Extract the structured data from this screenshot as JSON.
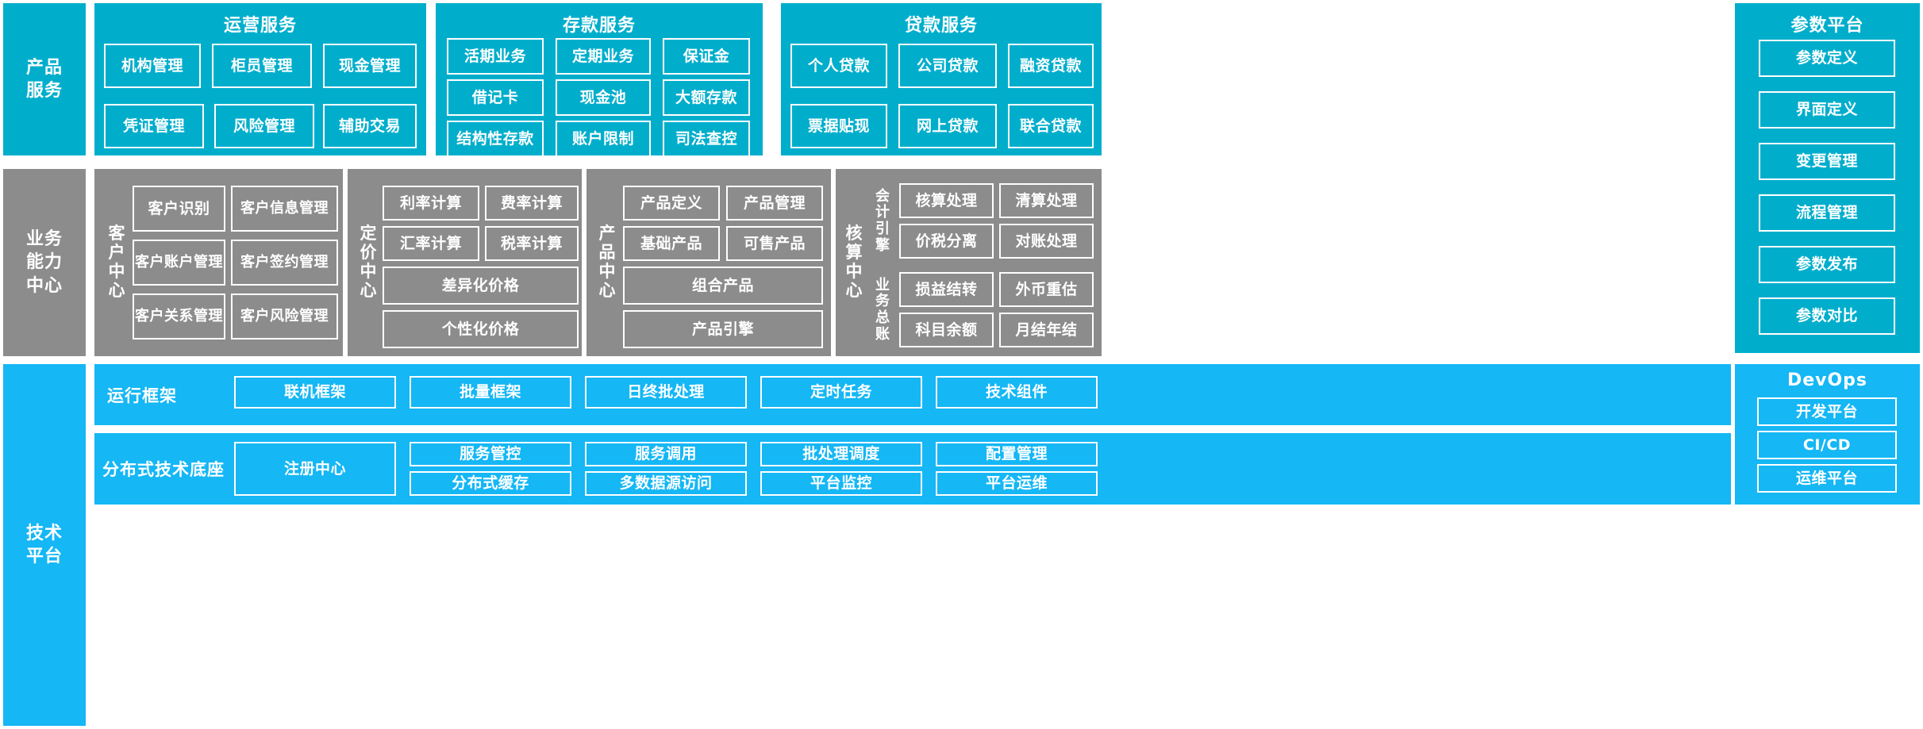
{
  "layers": {
    "product_service": "产品\n服务",
    "business_capability": "业务\n能力\n中心",
    "tech_platform": "技术\n平台"
  },
  "product_service": {
    "groups": [
      {
        "title": "运营服务",
        "items": [
          "机构管理",
          "柜员管理",
          "现金管理",
          "凭证管理",
          "风险管理",
          "辅助交易"
        ]
      },
      {
        "title": "存款服务",
        "items": [
          "活期业务",
          "定期业务",
          "保证金",
          "借记卡",
          "现金池",
          "大额存款",
          "结构性存款",
          "账户限制",
          "司法查控"
        ]
      },
      {
        "title": "贷款服务",
        "items": [
          "个人贷款",
          "公司贷款",
          "融资贷款",
          "票据贴现",
          "网上贷款",
          "联合贷款"
        ]
      }
    ]
  },
  "business_capability": {
    "centers": [
      {
        "label": "客户中心",
        "items": [
          "客户识别",
          "客户信息管理",
          "客户账户管理",
          "客户签约管理",
          "客户关系管理",
          "客户风险管理"
        ]
      },
      {
        "label": "定价中心",
        "items": [
          "利率计算",
          "费率计算",
          "汇率计算",
          "税率计算"
        ],
        "wide_items": [
          "差异化价格",
          "个性化价格"
        ]
      },
      {
        "label": "产品中心",
        "items": [
          "产品定义",
          "产品管理",
          "基础产品",
          "可售产品"
        ],
        "wide_items": [
          "组合产品",
          "产品引擎"
        ]
      },
      {
        "label": "核算中心",
        "sub_groups": [
          {
            "label": "会计引擎",
            "items": [
              "核算处理",
              "清算处理",
              "价税分离",
              "对账处理"
            ]
          },
          {
            "label": "业务总账",
            "items": [
              "损益结转",
              "外币重估",
              "科目余额",
              "月结年结"
            ]
          }
        ]
      }
    ]
  },
  "tech_platform": {
    "rows": [
      {
        "label": "运行框架",
        "items": [
          "联机框架",
          "批量框架",
          "日终批处理",
          "定时任务",
          "技术组件"
        ]
      },
      {
        "label": "分布式技术底座",
        "primary": "注册中心",
        "columns": [
          [
            "服务管控",
            "分布式缓存"
          ],
          [
            "服务调用",
            "多数据源访问"
          ],
          [
            "批处理调度",
            "平台监控"
          ],
          [
            "配置管理",
            "平台运维"
          ]
        ]
      }
    ]
  },
  "param_platform": {
    "title": "参数平台",
    "items": [
      "参数定义",
      "界面定义",
      "变更管理",
      "流程管理",
      "参数发布",
      "参数对比"
    ]
  },
  "devops": {
    "title": "DevOps",
    "items": [
      "开发平台",
      "CI/CD",
      "运维平台"
    ]
  },
  "colors": {
    "teal": "#00AECC",
    "gray": "#8C8C8C",
    "blue": "#15B7F5",
    "white": "#FFFFFF"
  }
}
